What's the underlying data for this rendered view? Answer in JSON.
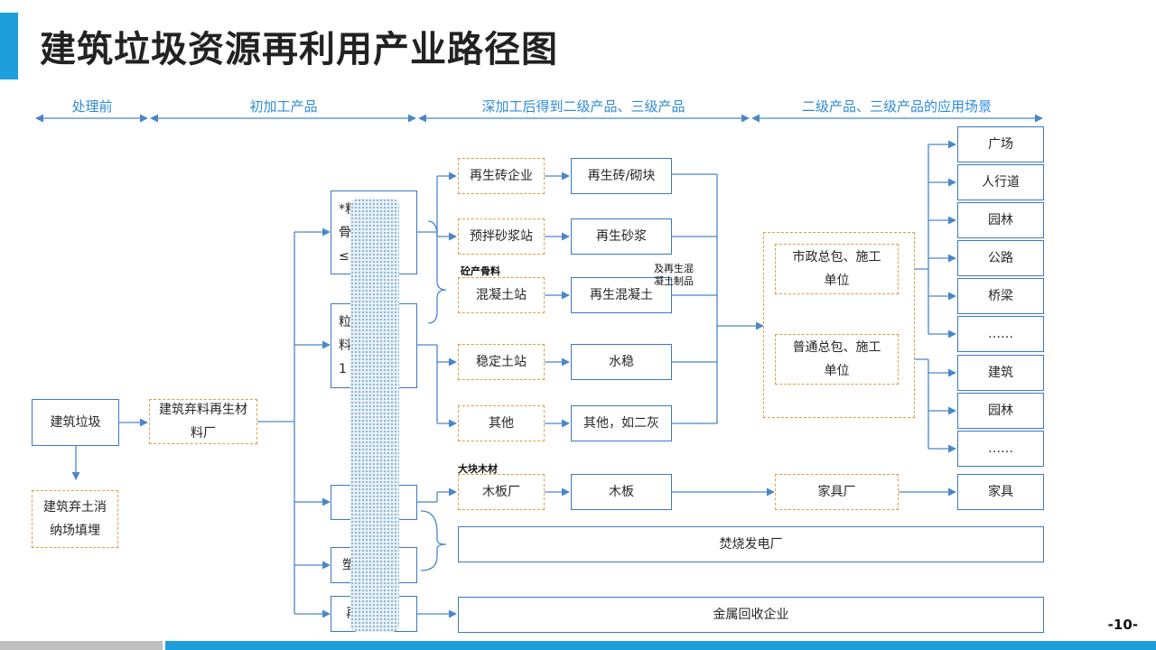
{
  "title": "建筑垃圾资源再利用产业路径图",
  "page_number": "-10-",
  "phases": [
    "处理前",
    "初加工产品",
    "深加工后得到二级产品、三级产品",
    "二级产品、三级产品的应用场景"
  ],
  "before": {
    "waste": "建筑垃圾",
    "landfill": "建筑弃土消纳场填埋"
  },
  "plant": "建筑弃料再生材料厂",
  "primary": {
    "fine_line1": "*粗",
    "fine_line2": "骨",
    "fine_line3": "≤",
    "coarse_line1": "粒",
    "coarse_line2": "料",
    "coarse_line3": "1",
    "wood": "",
    "plastic": "塑",
    "metal": "再"
  },
  "enterprises": [
    "再生砖企业",
    "预拌砂浆站",
    "混凝土站",
    "稳定土站",
    "其他",
    "木板厂"
  ],
  "products": [
    "再生砖/砌块",
    "再生砂浆",
    "再生混凝土",
    "水稳",
    "其他，如二灰",
    "木板"
  ],
  "notes": {
    "aggregate": "砼产骨料",
    "concrete_products_1": "及再生混",
    "concrete_products_2": "凝土制品",
    "large_wood": "大块木材"
  },
  "contractors": {
    "municipal_1": "市政总包、施工",
    "municipal_2": "单位",
    "general_1": "普通总包、施工",
    "general_2": "单位",
    "furniture_factory": "家具厂"
  },
  "wide_boxes": [
    "焚烧发电厂",
    "金属回收企业"
  ],
  "scenarios": [
    "广场",
    "人行道",
    "园林",
    "公路",
    "桥梁",
    "……",
    "建筑",
    "园林",
    "……",
    "家具"
  ],
  "colors": {
    "accent": "#1e9fdb",
    "line": "#4a86c8",
    "dashed_border": "#d9a040",
    "phase_text": "#2e8bd6"
  }
}
